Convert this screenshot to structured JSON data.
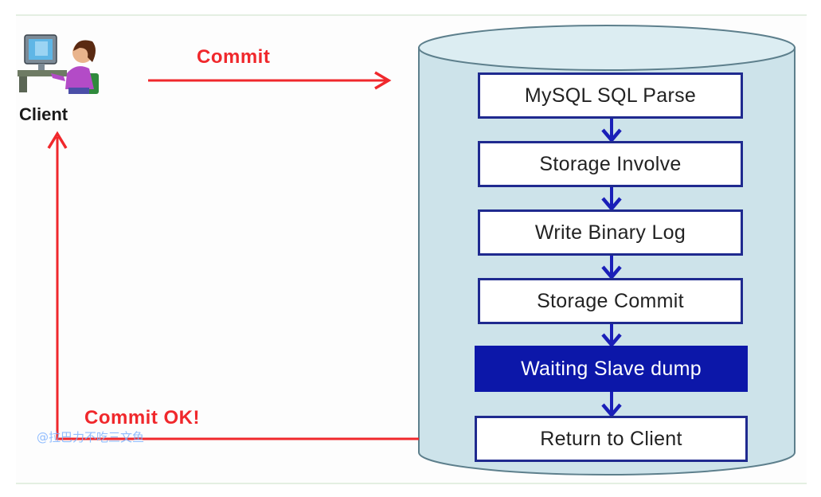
{
  "client": {
    "label": "Client",
    "icon": "person-at-computer-icon"
  },
  "flows": {
    "commit_label": "Commit",
    "commit_ok_label": "Commit OK!",
    "arrow_color": "#f0282c"
  },
  "database": {
    "fill_color": "#cde3ea",
    "steps": [
      {
        "label": "MySQL SQL Parse",
        "highlighted": false
      },
      {
        "label": "Storage Involve",
        "highlighted": false
      },
      {
        "label": "Write Binary Log",
        "highlighted": false
      },
      {
        "label": "Storage Commit",
        "highlighted": false
      },
      {
        "label": "Waiting Slave dump",
        "highlighted": true
      },
      {
        "label": "Return to Client",
        "highlighted": false
      }
    ],
    "step_arrow_color": "#1a1fb8",
    "highlight_color": "#0c17a9"
  },
  "watermark": "@拉巴力不吃三文鱼"
}
